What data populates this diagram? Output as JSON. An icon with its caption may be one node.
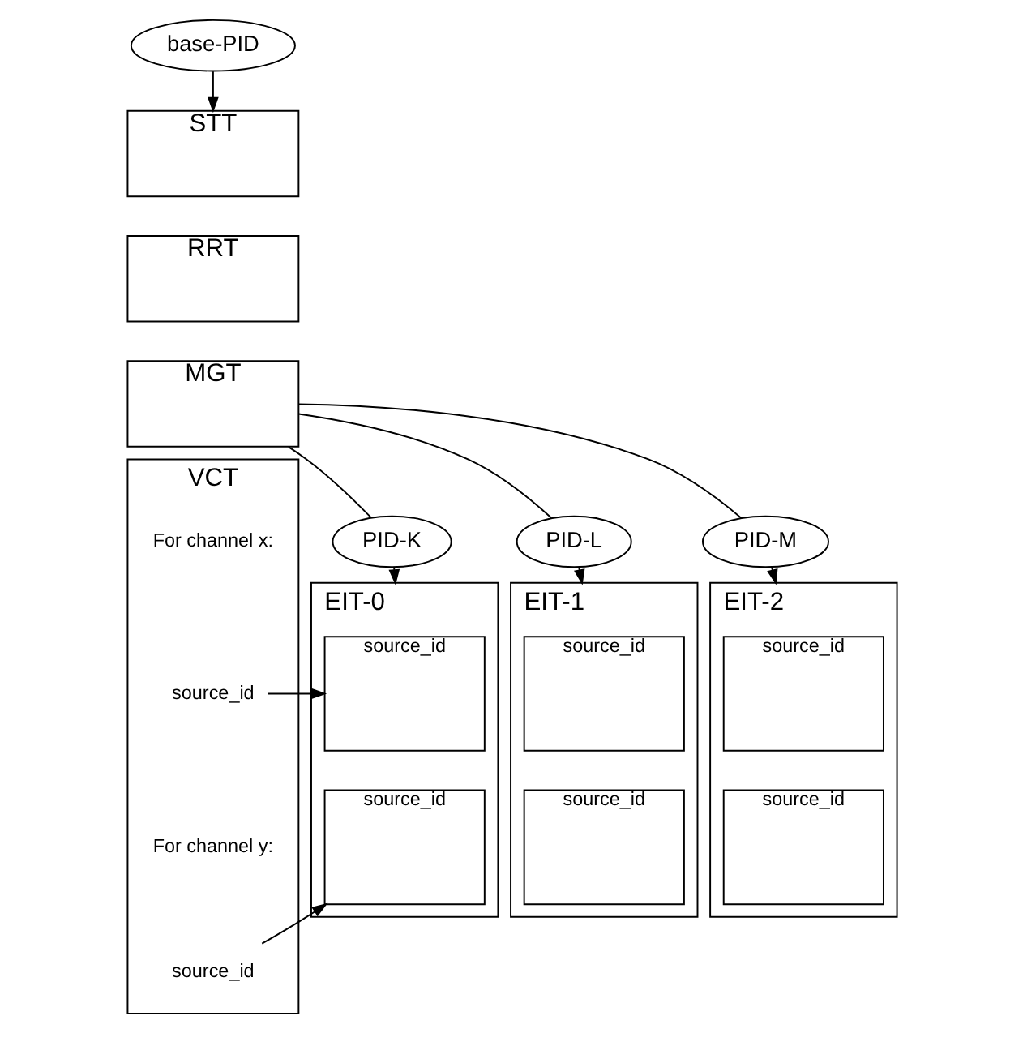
{
  "diagram": {
    "nodes": [
      {
        "text": [
          "base-PID"
        ]
      },
      {
        "text": [
          "STT"
        ]
      },
      {
        "text": [
          "RRT"
        ]
      },
      {
        "text": [
          "MGT"
        ]
      },
      {
        "text": [
          "VCT"
        ]
      },
      {
        "text": [
          "For channel x:"
        ],
        "in": 4
      },
      {
        "text": [
          "source_id"
        ],
        "in": 4
      },
      {
        "text": [
          "For channel y:"
        ],
        "in": 4
      },
      {
        "text": [
          "source_id"
        ],
        "in": 4
      },
      {
        "text": [
          "PID-K"
        ]
      },
      {
        "text": [
          "PID-L"
        ]
      },
      {
        "text": [
          "PID-M"
        ]
      },
      {
        "text": [
          "EIT-0"
        ]
      },
      {
        "text": [
          "source_id"
        ],
        "in": 12
      },
      {
        "text": [
          "source_id"
        ],
        "in": 12
      },
      {
        "text": [
          "EIT-1"
        ]
      },
      {
        "text": [
          "source_id"
        ],
        "in": 15
      },
      {
        "text": [
          "source_id"
        ],
        "in": 15
      },
      {
        "text": [
          "EIT-2"
        ]
      },
      {
        "text": [
          "source_id"
        ],
        "in": 18
      },
      {
        "text": [
          "source_id"
        ],
        "in": 18
      }
    ],
    "edges": [
      {
        "from": 0,
        "to": 1,
        "arrow": "to"
      },
      {
        "from": 3,
        "to": 9,
        "arrow": "none"
      },
      {
        "from": 3,
        "to": 10,
        "arrow": "none"
      },
      {
        "from": 3,
        "to": 11,
        "arrow": "none"
      },
      {
        "from": 9,
        "to": 12,
        "arrow": "to"
      },
      {
        "from": 10,
        "to": 15,
        "arrow": "to"
      },
      {
        "from": 11,
        "to": 18,
        "arrow": "to"
      },
      {
        "from": 6,
        "to": 13,
        "arrow": "to"
      },
      {
        "from": 8,
        "to": 14,
        "arrow": "to"
      }
    ]
  }
}
